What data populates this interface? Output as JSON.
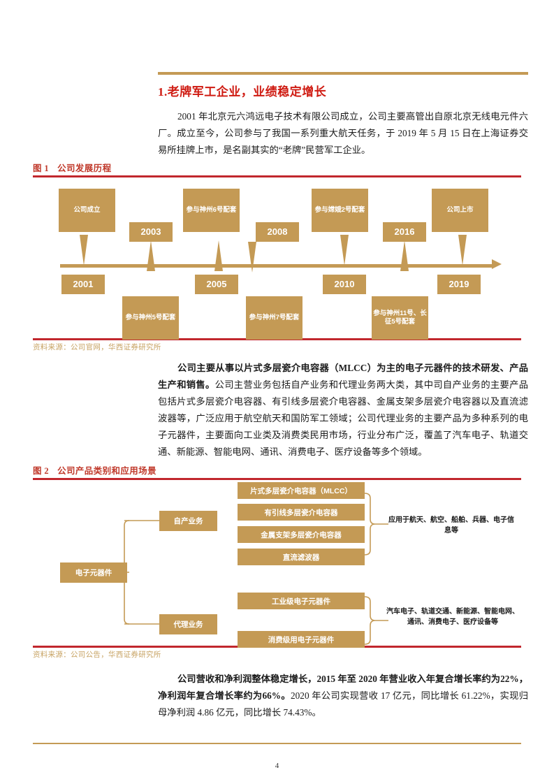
{
  "document": {
    "page_number": "4",
    "section_heading": "1.老牌军工企业，业绩稳定增长",
    "paragraph_1": "2001 年北京元六鸿远电子技术有限公司成立，公司主要高管出自原北京无线电元件六厂。成立至今，公司参与了我国一系列重大航天任务，于 2019 年 5 月 15 日在上海证券交易所挂牌上市，是名副其实的“老牌”民营军工企业。",
    "paragraph_2_bold": "公司主要从事以片式多层瓷介电容器（MLCC）为主的电子元器件的技术研发、产品生产和销售。",
    "paragraph_2_rest": "公司主营业务包括自产业务和代理业务两大类，其中司自产业务的主要产品包括片式多层瓷介电容器、有引线多层瓷介电容器、金属支架多层瓷介电容器以及直流滤波器等，广泛应用于航空航天和国防军工领域；公司代理业务的主要产品为多种系列的电子元器件，主要面向工业类及消费类民用市场，行业分布广泛，覆盖了汽车电子、轨道交通、新能源、智能电网、通讯、消费电子、医疗设备等多个领域。",
    "paragraph_3_bold": "公司营收和净利润整体稳定增长，2015 年至 2020 年营业收入年复合增长率约为22%，净利润年复合增长率约为66%。",
    "paragraph_3_rest": "2020 年公司实现营收 17 亿元，同比增长 61.22%，实现归母净利润 4.86 亿元，同比增长 74.43%。"
  },
  "colors": {
    "accent_gold": "#c49a55",
    "accent_red": "#c1272d",
    "heading_red": "#cf1b12",
    "source_gold": "#c8a465"
  },
  "figure1": {
    "number": "图 1",
    "title": "公司发展历程",
    "source": "资料来源：公司官网，华西证券研究所",
    "events_above": [
      {
        "label": "公司成立"
      },
      {
        "label": "参与神州6号配套"
      },
      {
        "label": "参与嫦娥2号配套"
      },
      {
        "label": "公司上市"
      }
    ],
    "events_below": [
      {
        "label": "参与神州5号配套"
      },
      {
        "label": "参与神州7号配套"
      },
      {
        "label": "参与神州11号、长征5号配套"
      }
    ],
    "years_above": [
      "2003",
      "2008",
      "2016"
    ],
    "years_below": [
      "2001",
      "2005",
      "2010",
      "2019"
    ]
  },
  "figure2": {
    "number": "图 2",
    "title": "公司产品类别和应用场景",
    "source": "资料来源：公司公告，华西证券研究所",
    "root": "电子元器件",
    "branches": [
      {
        "name": "自产业务",
        "items": [
          "片式多层瓷介电容器（MLCC）",
          "有引线多层瓷介电容器",
          "金属支架多层瓷介电容器",
          "直流滤波器"
        ],
        "note": "应用于航天、航空、船舶、兵器、电子信息等"
      },
      {
        "name": "代理业务",
        "items": [
          "工业级电子元器件",
          "消费级用电子元器件"
        ],
        "note": "汽车电子、轨道交通、新能源、智能电网、通讯、消费电子、医疗设备等"
      }
    ]
  }
}
